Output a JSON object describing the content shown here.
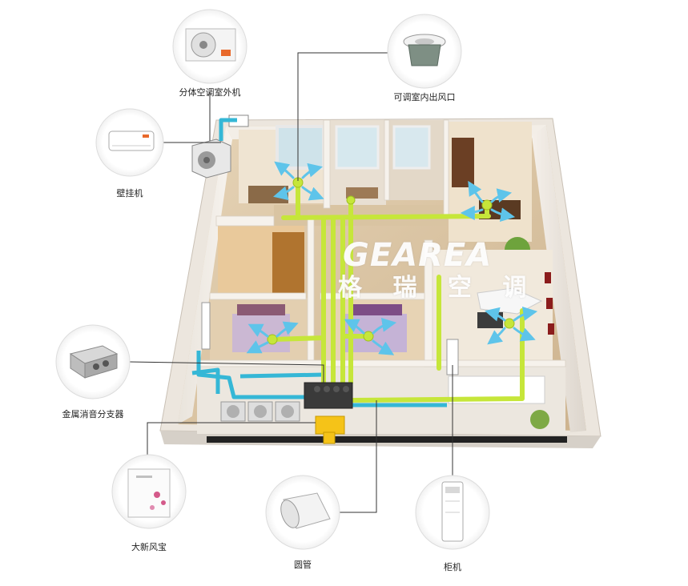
{
  "colors": {
    "fresh_air_pipe": "#c6e63a",
    "cold_pipe": "#35b7d6",
    "airflow_arrow": "#5ec4ea",
    "leader_line": "#333333",
    "wall": "#f2ede6",
    "floor": "#d8c2a2"
  },
  "watermark": {
    "brand_en": "GEAREA",
    "brand_cn": "格 瑞 空 调"
  },
  "callouts": {
    "outdoor_unit": {
      "label": "分体空调室外机",
      "icon": "outdoor-ac-unit-icon"
    },
    "adjustable_outlet": {
      "label": "可调室内出风口",
      "icon": "air-outlet-diffuser-icon"
    },
    "wall_unit": {
      "label": "壁挂机",
      "icon": "wall-mounted-ac-icon"
    },
    "silencer_splitter": {
      "label": "金属消音分支器",
      "icon": "metal-silencer-box-icon"
    },
    "fresh_air_unit": {
      "label": "大新风宝",
      "icon": "fresh-air-unit-icon"
    },
    "round_pipe": {
      "label": "圆管",
      "icon": "round-duct-pipe-icon"
    },
    "floor_cabinet": {
      "label": "柜机",
      "icon": "floor-cabinet-ac-icon"
    }
  }
}
